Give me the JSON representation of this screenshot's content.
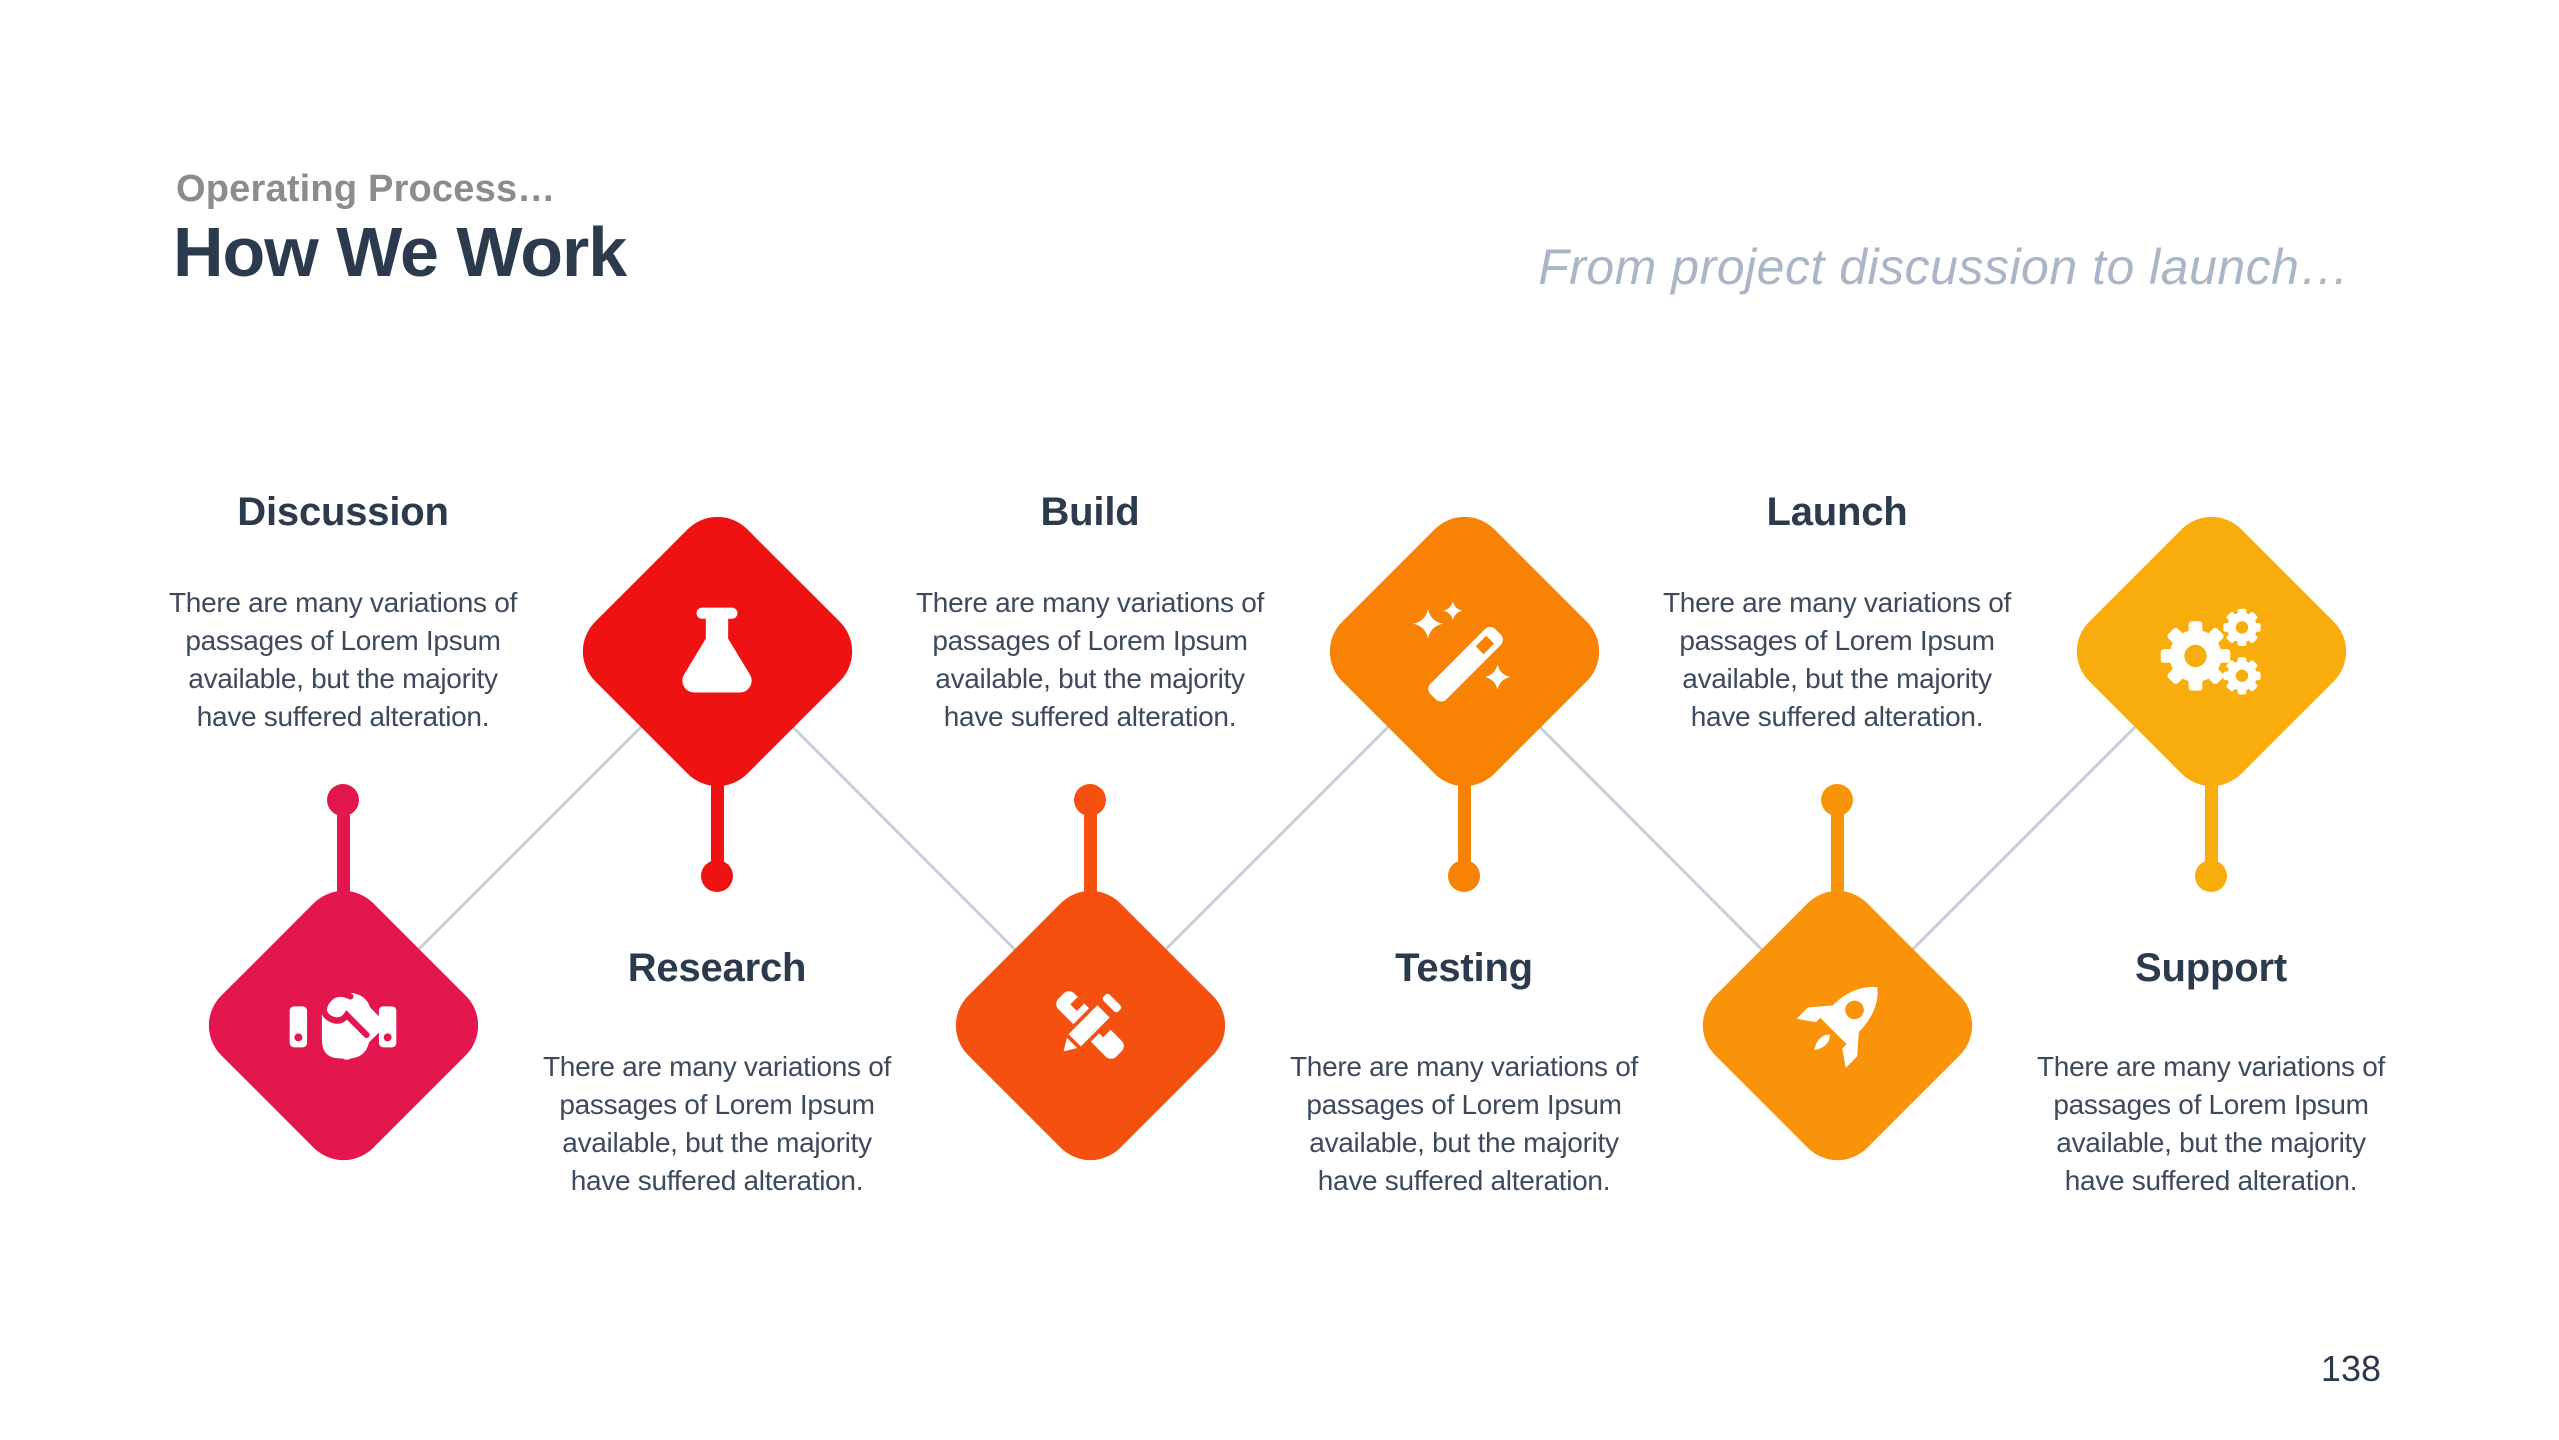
{
  "header": {
    "kicker": "Operating Process…",
    "title": "How We Work",
    "subtitle": "From project discussion to launch…"
  },
  "footer": {
    "page_number": "138"
  },
  "steps": [
    {
      "label": "Discussion",
      "icon": "handshake-icon",
      "color": "#E3174E",
      "description": "There are many variations of\npassages of Lorem Ipsum\navailable, but the majority\nhave suffered alteration."
    },
    {
      "label": "Research",
      "icon": "flask-icon",
      "color": "#EE1212",
      "description": "There are many variations of\npassages of Lorem Ipsum\navailable, but the majority\nhave suffered alteration."
    },
    {
      "label": "Build",
      "icon": "pencil-ruler-icon",
      "color": "#F45010",
      "description": "There are many variations of\npassages of Lorem Ipsum\navailable, but the majority\nhave suffered alteration."
    },
    {
      "label": "Testing",
      "icon": "magic-wand-icon",
      "color": "#F78204",
      "description": "There are many variations of\npassages of Lorem Ipsum\navailable, but the majority\nhave suffered alteration."
    },
    {
      "label": "Launch",
      "icon": "rocket-icon",
      "color": "#F8930A",
      "description": "There are many variations of\npassages of Lorem Ipsum\navailable, but the majority\nhave suffered alteration."
    },
    {
      "label": "Support",
      "icon": "gears-icon",
      "color": "#F8AD0C",
      "description": "There are many variations of\npassages of Lorem Ipsum\navailable, but the majority\nhave suffered alteration."
    }
  ],
  "colors": {
    "background": "#FFFFFF",
    "kicker": "#8C8C8C",
    "title": "#2C3A4D",
    "subtitle": "#A9B6C7",
    "body": "#3D4A5C",
    "connector": "#C9CFD8",
    "icon": "#FFFFFF"
  }
}
